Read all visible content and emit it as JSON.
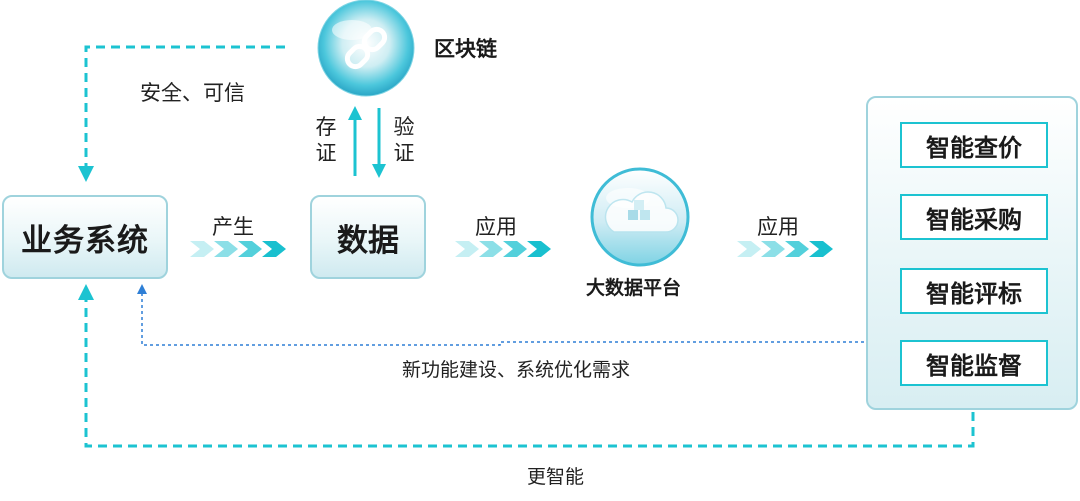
{
  "blockchain": {
    "label": "区块链"
  },
  "business_system": {
    "label": "业务系统"
  },
  "data_node": {
    "label": "数据"
  },
  "bigdata_platform": {
    "label": "大数据平台"
  },
  "edges": {
    "secure_trusted": "安全、可信",
    "store_evidence": "存证",
    "verify": "验证",
    "produce": "产生",
    "apply_1": "应用",
    "apply_2": "应用",
    "new_feature_demand": "新功能建设、系统优化需求",
    "smarter": "更智能"
  },
  "panel": {
    "items": [
      {
        "label": "智能查价"
      },
      {
        "label": "智能采购"
      },
      {
        "label": "智能评标"
      },
      {
        "label": "智能监督"
      }
    ]
  },
  "colors": {
    "accent": "#1cc3d1",
    "feedback_line": "#2e7fd6",
    "border": "#9fd3dd"
  }
}
